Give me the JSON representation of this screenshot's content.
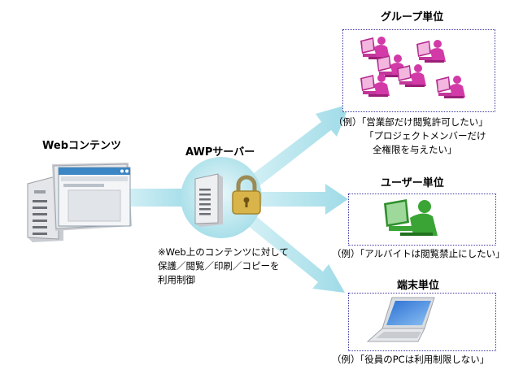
{
  "diagram": {
    "source": {
      "title": "Webコンテンツ"
    },
    "server": {
      "title": "AWPサーバー",
      "note": [
        "※Web上のコンテンツに対して",
        "保護／閲覧／印刷／コピーを",
        "利用制御"
      ]
    },
    "targets": [
      {
        "title": "グループ単位",
        "example": [
          "（例）「営業部だけ閲覧許可したい」",
          "「プロジェクトメンバーだけ",
          "全権限を与えたい」"
        ]
      },
      {
        "title": "ユーザー単位",
        "example": [
          "（例）「アルバイトは閲覧禁止にしたい」"
        ]
      },
      {
        "title": "端末単位",
        "example": [
          "（例）「役員のPCは利用制限しない」"
        ]
      }
    ],
    "icons": {
      "computer": "desktop-computer-icon",
      "browser": "browser-window-icon",
      "server": "server-tower-icon",
      "lock": "padlock-icon",
      "user_pink": "user-at-pc-icon",
      "user_green": "user-at-pc-icon",
      "laptop": "laptop-icon"
    },
    "colors": {
      "arrow": "#a3dde8",
      "box_border": "#3d3aa0",
      "group_user": "#d23aa8",
      "single_user": "#3aa535"
    }
  }
}
